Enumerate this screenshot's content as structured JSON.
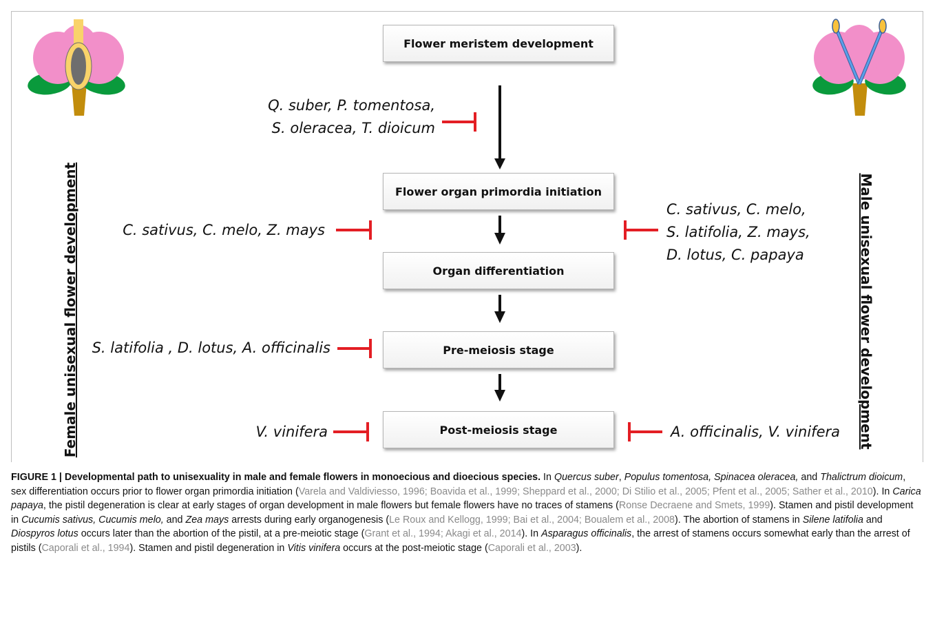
{
  "stages": [
    {
      "label": "Flower meristem development"
    },
    {
      "label": "Flower organ primordia initiation"
    },
    {
      "label": "Organ differentiation"
    },
    {
      "label": "Pre-meiosis stage"
    },
    {
      "label": "Post-meiosis stage"
    }
  ],
  "side_labels": {
    "left": "Female unisexual flower development",
    "right": "Male unisexual flower development"
  },
  "species": {
    "left_1": [
      "Q. suber, P. tomentosa,",
      "S. oleracea, T. dioicum"
    ],
    "left_2": "C. sativus, C. melo, Z. mays",
    "right_2": [
      "C. sativus, C. melo,",
      "S. latifolia, Z. mays,",
      "D. lotus, C. papaya"
    ],
    "left_4": "S. latifolia , D. lotus, A. officinalis",
    "left_5": "V. vinifera",
    "right_5": "A. officinalis, V. vinifera"
  },
  "colors": {
    "inhibitor": "#e31e24",
    "petal": "#f28fc9",
    "sepal": "#0a9a3c",
    "pedicel": "#c28d0c",
    "pistil": "#f9d36a",
    "stamen": "#4f8fe0"
  },
  "icons": [
    "female-flower-icon",
    "male-flower-icon"
  ],
  "caption": {
    "figure_label": "FIGURE 1 | Developmental path to unisexuality in male and female flowers in monoecious and dioecious species.",
    "t1": " In ",
    "i1": "Quercus suber",
    "t2": ", ",
    "i2": "Populus tomentosa, Spinacea oleracea,",
    "t3": " and ",
    "i3": "Thalictrum dioicum",
    "t4": ", sex differentiation occurs prior to flower organ primordia initiation (",
    "r1": "Varela and Valdiviesso, 1996; Boavida et al., 1999; Sheppard et al., 2000; Di Stilio et al., 2005; Pfent et al., 2005; Sather et al., 2010",
    "t5": "). In ",
    "i4": "Carica papaya",
    "t6": ", the pistil degeneration is clear at early stages of organ development in male flowers but female flowers have no traces of stamens (",
    "r2": "Ronse Decraene and Smets, 1999",
    "t7": "). Stamen and pistil development in ",
    "i5": "Cucumis sativus, Cucumis melo,",
    "t8": " and ",
    "i6": "Zea mays",
    "t9": " arrests during early organogenesis (",
    "r3": "Le Roux and Kellogg, 1999; Bai et al., 2004; Boualem et al., 2008",
    "t10": "). The abortion of stamens in ",
    "i7": "Silene latifolia",
    "t11": " and ",
    "i8": "Diospyros lotus",
    "t12": " occurs later than the abortion of the pistil, at a pre-meiotic stage (",
    "r4": "Grant et al., 1994; Akagi et al., 2014",
    "t13": "). In ",
    "i9": "Asparagus officinalis",
    "t14": ", the arrest of stamens occurs somewhat early than the arrest of pistils (",
    "r5": "Caporali et al., 1994",
    "t15": "). Stamen and pistil degeneration in ",
    "i10": "Vitis vinifera",
    "t16": " occurs at the post-meiotic stage (",
    "r6": "Caporali et al., 2003",
    "t17": ")."
  }
}
